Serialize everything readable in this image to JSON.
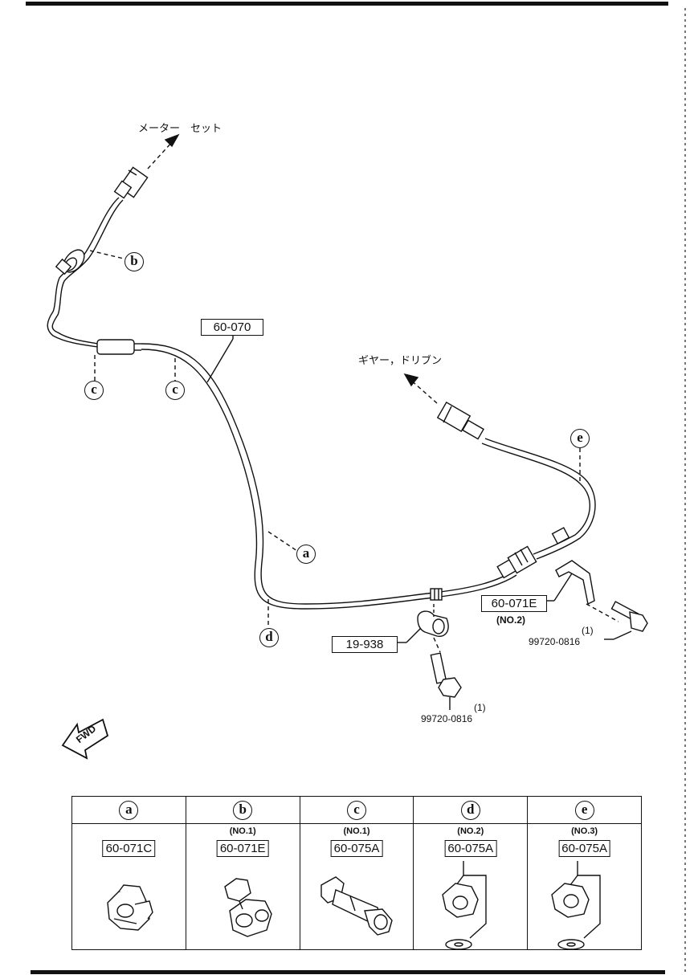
{
  "diagram": {
    "meter_set_label": "メーター　セット",
    "gear_driven_label": "ギヤー，ドリブン",
    "fwd_label": "FWD",
    "parts": {
      "cable": "60-070",
      "clip_bracket": "60-071E",
      "clip_bracket_note": "(NO.2)",
      "clamp": "19-938"
    },
    "bolts": [
      {
        "part_no": "99720-0816",
        "qty": "(1)"
      },
      {
        "part_no": "99720-0816",
        "qty": "(1)"
      }
    ],
    "callouts": {
      "a": "a",
      "b": "b",
      "c": "c",
      "d": "d",
      "e": "e"
    }
  },
  "legend": {
    "columns": [
      {
        "letter": "a",
        "note": "",
        "part_no": "60-071C"
      },
      {
        "letter": "b",
        "note": "(NO.1)",
        "part_no": "60-071E"
      },
      {
        "letter": "c",
        "note": "(NO.1)",
        "part_no": "60-075A"
      },
      {
        "letter": "d",
        "note": "(NO.2)",
        "part_no": "60-075A"
      },
      {
        "letter": "e",
        "note": "(NO.3)",
        "part_no": "60-075A"
      }
    ]
  }
}
